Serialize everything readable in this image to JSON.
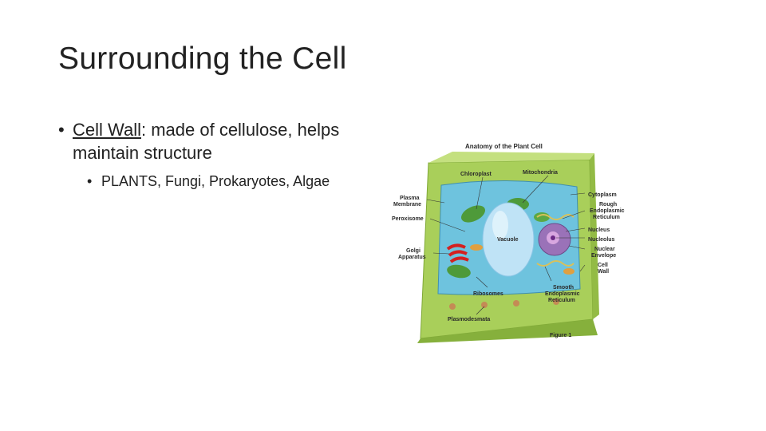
{
  "slide": {
    "title": "Surrounding the Cell",
    "bullet_1": {
      "marker": "•",
      "term": "Cell Wall",
      "rest": ": made of cellulose, helps maintain structure"
    },
    "bullet_2": {
      "marker": "•",
      "text": "PLANTS, Fungi, Prokaryotes, Algae"
    }
  },
  "figure": {
    "title": "Anatomy of the Plant Cell",
    "caption": "Figure 1",
    "labels": {
      "chloroplast": "Chloroplast",
      "mitochondria": "Mitochondria",
      "plasma_membrane_1": "Plasma",
      "plasma_membrane_2": "Membrane",
      "peroxisome": "Peroxisome",
      "golgi_1": "Golgi",
      "golgi_2": "Apparatus",
      "vacuole": "Vacuole",
      "ribosomes": "Ribosomes",
      "plasmodesmata": "Plasmodesmata",
      "cytoplasm": "Cytoplasm",
      "rough_er_1": "Rough",
      "rough_er_2": "Endoplasmic",
      "rough_er_3": "Reticulum",
      "nucleus": "Nucleus",
      "nucleolus": "Nucleolus",
      "nuclear_envelope_1": "Nuclear",
      "nuclear_envelope_2": "Envelope",
      "cell_wall_1": "Cell",
      "cell_wall_2": "Wall",
      "smooth_er_1": "Smooth",
      "smooth_er_2": "Endoplasmic",
      "smooth_er_3": "Reticulum"
    },
    "colors": {
      "cell_wall": "#a9cf5a",
      "cell_wall_dark": "#86b03c",
      "cytoplasm": "#6ec3de",
      "vacuole": "#bfe3f6",
      "nucleus": "#9a72b8",
      "chloroplast": "#4e9a3a",
      "golgi": "#d42020"
    }
  }
}
